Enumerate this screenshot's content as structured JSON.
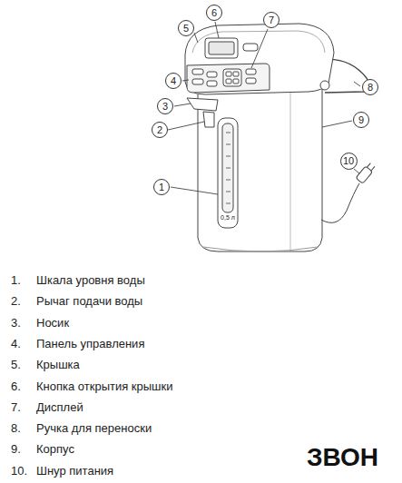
{
  "diagram": {
    "nodes": [
      {
        "text": [
          "6"
        ]
      },
      {
        "text": [
          "7"
        ]
      },
      {
        "text": [
          "5"
        ]
      },
      {
        "text": [
          "4"
        ]
      },
      {
        "text": [
          "8"
        ]
      },
      {
        "text": [
          "3"
        ]
      },
      {
        "text": [
          "9"
        ]
      },
      {
        "text": [
          "2"
        ]
      },
      {
        "text": [
          "10"
        ]
      },
      {
        "text": [
          "1"
        ]
      }
    ],
    "labels": [
      "0,5 л",
      "1.",
      "Шкала уровня воды",
      "2.",
      "Рычаг подачи воды",
      "3.",
      "Носик",
      "4.",
      "Панель управления",
      "5.",
      "Крышка",
      "6.",
      "Кнопка открытия крышки",
      "7.",
      "Дисплей",
      "8.",
      "Ручка для переноски",
      "9.",
      "Корпус",
      "10.",
      "Шнур питания",
      "ЗВОН"
    ]
  }
}
